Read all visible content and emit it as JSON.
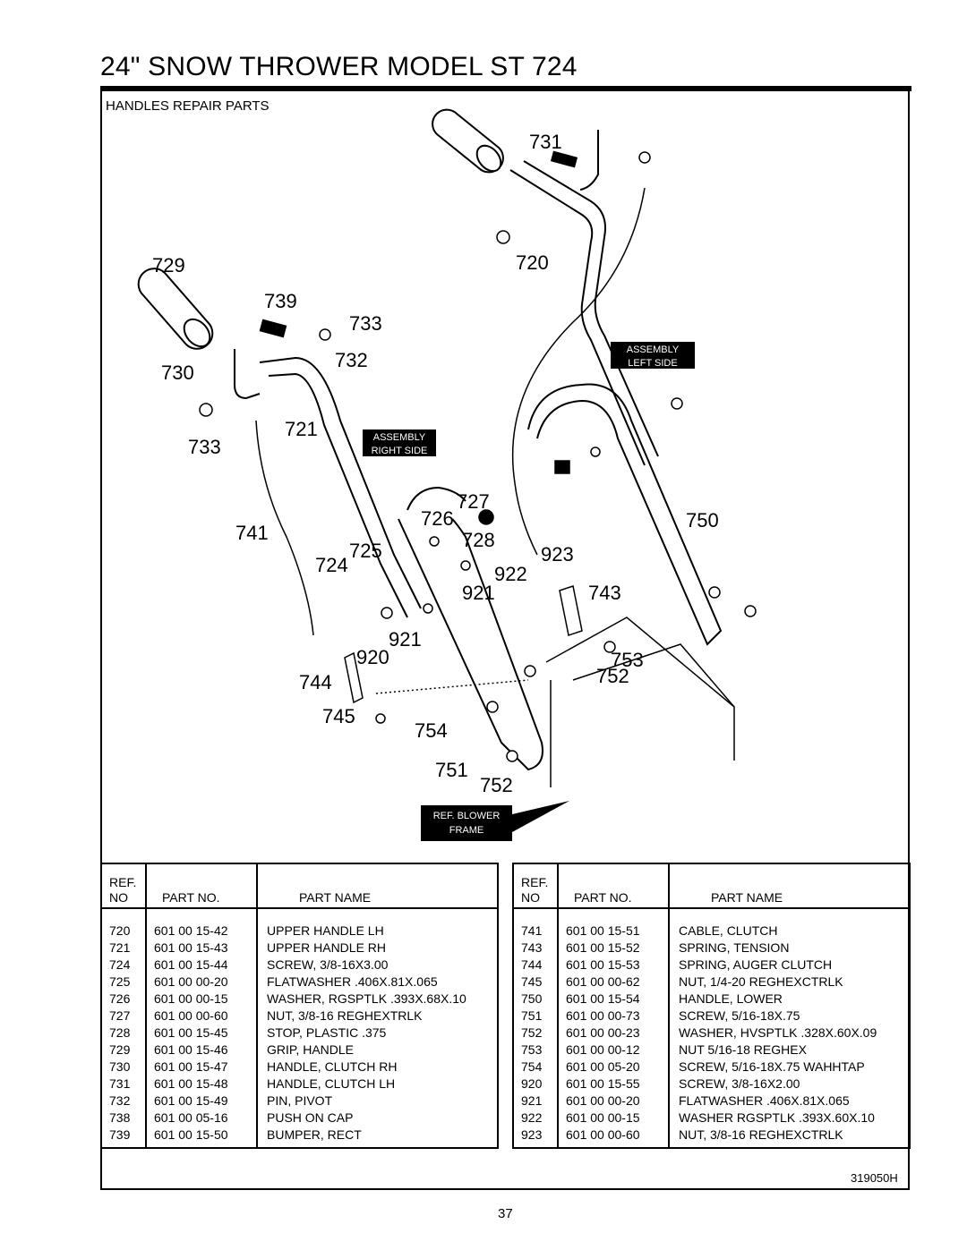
{
  "page": {
    "title": "24\" SNOW THROWER MODEL ST 724",
    "section": "HANDLES  REPAIR PARTS",
    "doc_number": "319050H",
    "page_number": "37"
  },
  "diagram": {
    "callouts": [
      "731",
      "720",
      "729",
      "739",
      "733",
      "730",
      "732",
      "721",
      "733",
      "727",
      "726",
      "750",
      "741",
      "725",
      "728",
      "724",
      "923",
      "922",
      "921",
      "743",
      "921",
      "920",
      "753",
      "752",
      "744",
      "745",
      "754",
      "751",
      "752"
    ],
    "boxes": {
      "assembly_left": [
        "ASSEMBLY",
        "LEFT SIDE"
      ],
      "assembly_right": [
        "ASSEMBLY",
        "RIGHT SIDE"
      ],
      "ref_blower": [
        "REF. BLOWER",
        "FRAME"
      ]
    }
  },
  "table": {
    "headers": {
      "ref_top": "REF.",
      "ref_bottom": "NO",
      "part_no": "PART NO.",
      "part_name": "PART NAME"
    },
    "left": [
      [
        "720",
        "601 00 15-42",
        "UPPER HANDLE LH"
      ],
      [
        "721",
        "601 00 15-43",
        "UPPER HANDLE RH"
      ],
      [
        "724",
        "601 00 15-44",
        "SCREW, 3/8-16X3.00"
      ],
      [
        "725",
        "601 00 00-20",
        "FLATWASHER .406X.81X.065"
      ],
      [
        "726",
        "601 00 00-15",
        "WASHER, RGSPTLK .393X.68X.10"
      ],
      [
        "727",
        "601 00 00-60",
        "NUT, 3/8-16 REGHEXTRLK"
      ],
      [
        "728",
        "601 00 15-45",
        "STOP, PLASTIC .375"
      ],
      [
        "729",
        "601 00 15-46",
        "GRIP, HANDLE"
      ],
      [
        "730",
        "601 00 15-47",
        "HANDLE, CLUTCH RH"
      ],
      [
        "731",
        "601 00 15-48",
        "HANDLE, CLUTCH LH"
      ],
      [
        "732",
        "601 00 15-49",
        "PIN, PIVOT"
      ],
      [
        "738",
        "601 00 05-16",
        "PUSH ON CAP"
      ],
      [
        "739",
        "601 00 15-50",
        "BUMPER, RECT"
      ]
    ],
    "right": [
      [
        "741",
        "601 00 15-51",
        "CABLE, CLUTCH"
      ],
      [
        "743",
        "601 00 15-52",
        "SPRING, TENSION"
      ],
      [
        "744",
        "601 00 15-53",
        "SPRING, AUGER CLUTCH"
      ],
      [
        "745",
        "601 00 00-62",
        "NUT, 1/4-20 REGHEXCTRLK"
      ],
      [
        "750",
        "601 00 15-54",
        "HANDLE, LOWER"
      ],
      [
        "751",
        "601 00 00-73",
        "SCREW, 5/16-18X.75"
      ],
      [
        "752",
        "601 00 00-23",
        "WASHER, HVSPTLK .328X.60X.09"
      ],
      [
        "753",
        "601 00 00-12",
        "NUT 5/16-18 REGHEX"
      ],
      [
        "754",
        "601 00 05-20",
        "SCREW, 5/16-18X.75 WAHHTAP"
      ],
      [
        "920",
        "601 00 15-55",
        "SCREW, 3/8-16X2.00"
      ],
      [
        "921",
        "601 00 00-20",
        "FLATWASHER .406X.81X.065"
      ],
      [
        "922",
        "601 00 00-15",
        "WASHER RGSPTLK .393X.60X.10"
      ],
      [
        "923",
        "601 00 00-60",
        "NUT, 3/8-16 REGHEXCTRLK"
      ]
    ]
  }
}
